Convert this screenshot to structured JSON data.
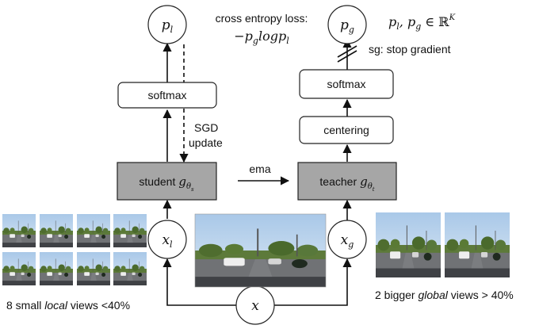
{
  "nodes": {
    "p_local": "p",
    "p_local_sub": "l",
    "p_global": "p",
    "p_global_sub": "g",
    "x_local": "x",
    "x_local_sub": "l",
    "x_global": "x",
    "x_global_sub": "g",
    "x_input": "x"
  },
  "boxes": {
    "softmax_left": "softmax",
    "softmax_right": "softmax",
    "centering": "centering",
    "student_label": "student",
    "teacher_label": "teacher",
    "theta_s": "θ",
    "theta_s_sub": "s",
    "theta_t": "θ",
    "theta_t_sub": "t",
    "g": "g"
  },
  "labels": {
    "cross_entropy_title": "cross entropy loss:",
    "cross_entropy_formula": "−p",
    "cross_entropy_g": "g",
    "cross_entropy_log": "logp",
    "cross_entropy_l": "l",
    "set_p": "p",
    "set_l": "l",
    "set_comma": ", p",
    "set_g": "g",
    "set_in": " ∈ ℝ",
    "set_k": "K",
    "stop_gradient": "sg: stop gradient",
    "sgd_line1": "SGD",
    "sgd_line2": "update",
    "ema": "ema",
    "local_views_prefix": "8 small ",
    "local_views_italic": "local",
    "local_views_suffix": " views <40%",
    "global_views_prefix": "2 bigger ",
    "global_views_italic": "global",
    "global_views_suffix": " views > 40%"
  },
  "colors": {
    "gray_box": "#a6a6a6",
    "sky": "#b9d3ec",
    "road": "#6d6f72"
  }
}
